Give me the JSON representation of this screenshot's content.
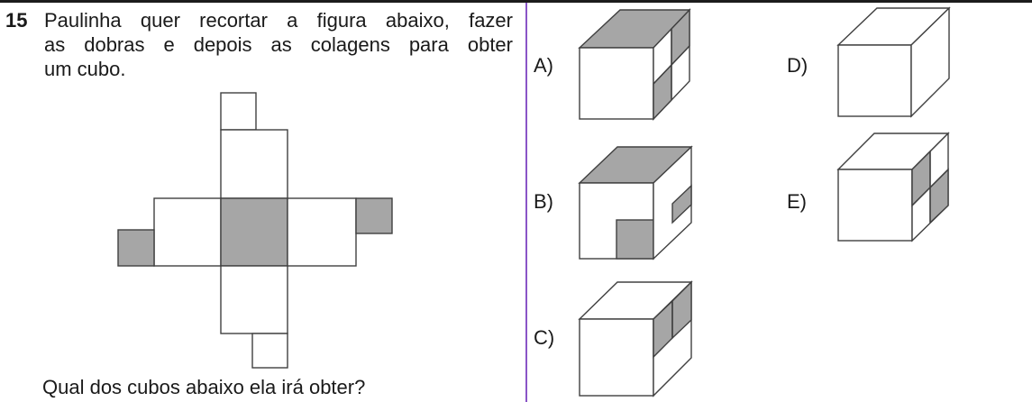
{
  "question": {
    "number": "15",
    "stem_lines": [
      "Paulinha quer recortar a figura abaixo, fazer",
      "as dobras e depois as colagens para obter",
      "um cubo."
    ],
    "prompt": "Qual dos cubos abaixo ela irá obter?"
  },
  "options": [
    {
      "letter": "A)"
    },
    {
      "letter": "B)"
    },
    {
      "letter": "C)"
    },
    {
      "letter": "D)"
    },
    {
      "letter": "E)"
    }
  ],
  "colors": {
    "shade": "#a6a6a6",
    "line": "#404040",
    "divider": "#8a55c7"
  }
}
